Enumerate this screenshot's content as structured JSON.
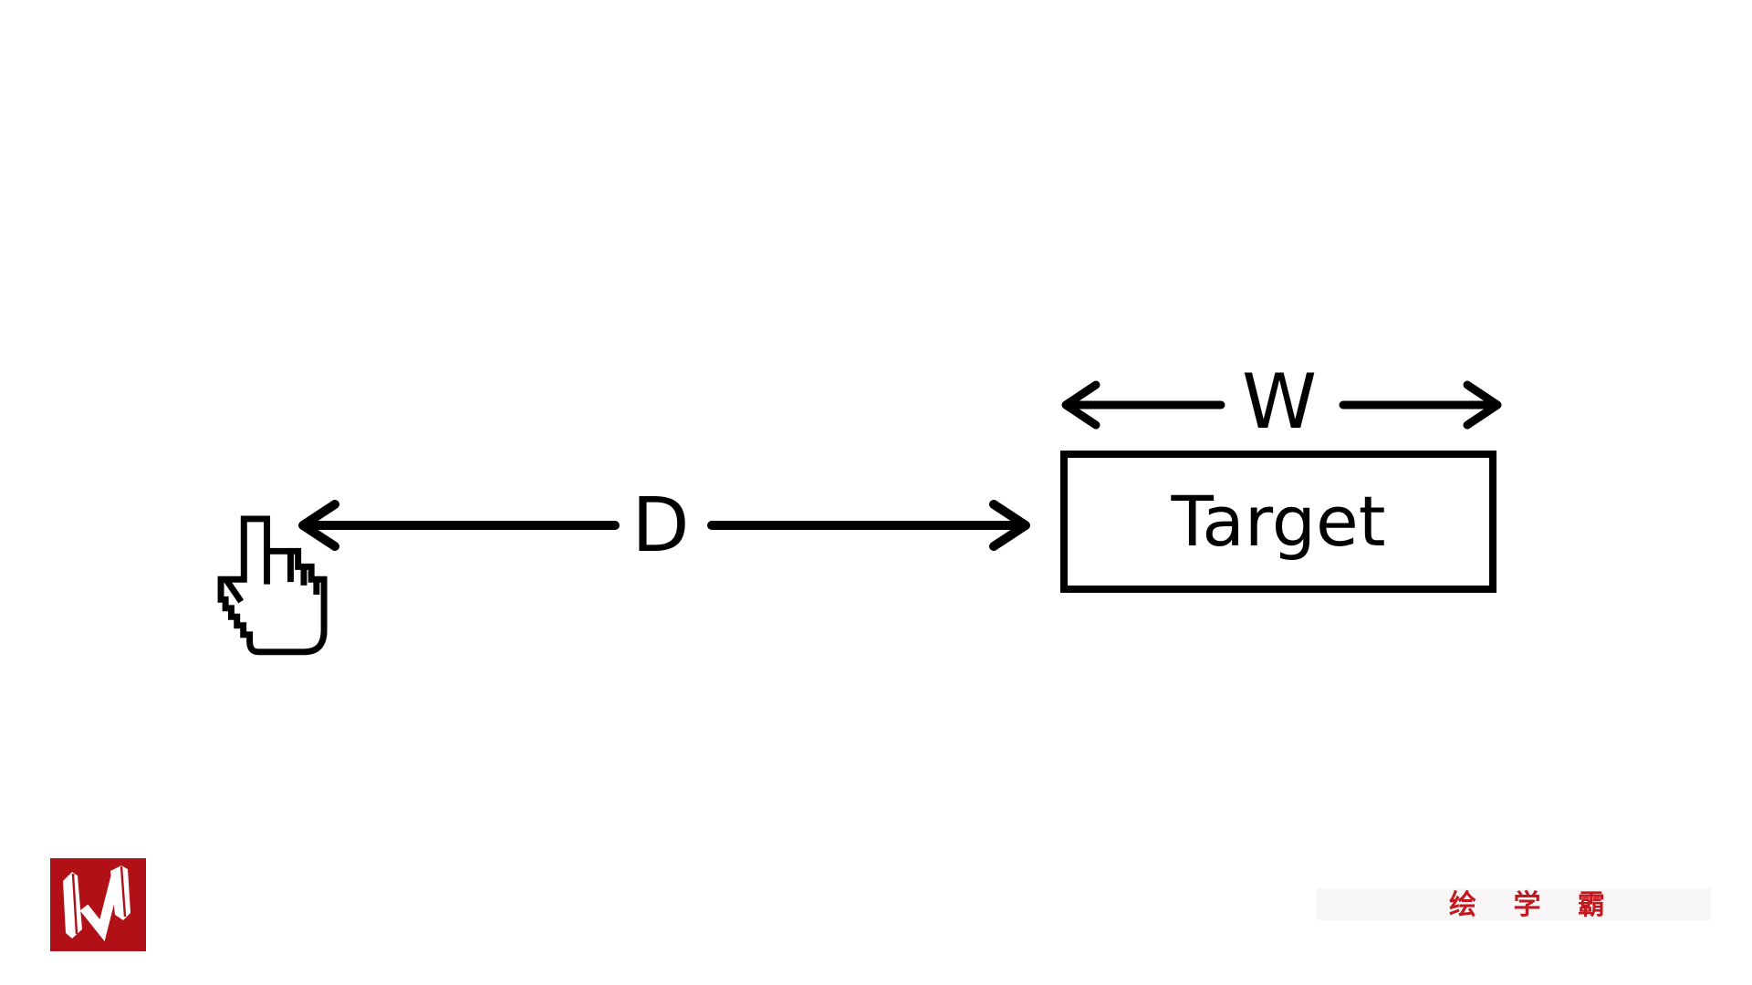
{
  "diagram": {
    "title_context": "Fitts Law pointing illustration",
    "distance_label": "D",
    "width_label": "W",
    "target_label": "Target",
    "icons": {
      "cursor": "hand-pointer-cursor-icon",
      "distance_arrow": "double-headed-horizontal-arrow",
      "width_arrow": "double-headed-horizontal-arrow"
    }
  },
  "branding": {
    "logo_letter": "W",
    "watermark_text": "绘 学 霸"
  },
  "colors": {
    "bg": "#ffffff",
    "ink": "#000000",
    "logo_red": "#b11116",
    "watermark_red": "#c3181d",
    "band_gray": "#f8f6f6"
  }
}
